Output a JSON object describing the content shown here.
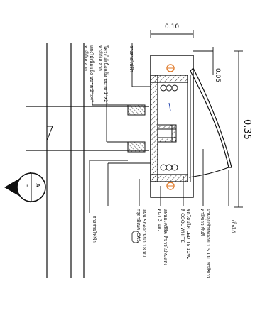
{
  "dimensions": {
    "width_010": "0.10",
    "depth_005": "0.05",
    "height_035": "0.35"
  },
  "labels": {
    "top_board": "ฝาหลุมท้ายพลอย 1.5 มม. ทาสีขาว",
    "top_sub": "ทาสีขาว ทับสี",
    "cable_right": "เป็นไม้",
    "led": "ชุดโคมไฟ LED T5 12W.",
    "led_sub": "สี COOL WHITE",
    "acrylic": "แผ่นอะคริลิค สีขาวไม่ทะแสง",
    "acrylic_sub": "หนา 3 มม.",
    "frame_a": "แผ่น Sheet หนา 18 มม.",
    "frame_b": "กรุลามิเนต",
    "frame_code": "CA1",
    "frame_left": "รางสายไฟฟ้า",
    "wood_frame": "โครงไม้เนื้อแข็ง ขนาด 1\"x2\"",
    "wood_frame_sub": "ทาสีกันปลวก",
    "wood_frame2": "แผงไม้เนื้อแข็ง ขนาด 2\"x4\"",
    "wood_frame2_sub": "ทาสีกันปลวก",
    "top_left": "รางสายไฟฟ้า"
  },
  "section_marker": {
    "letter": "A",
    "sub": "-"
  }
}
